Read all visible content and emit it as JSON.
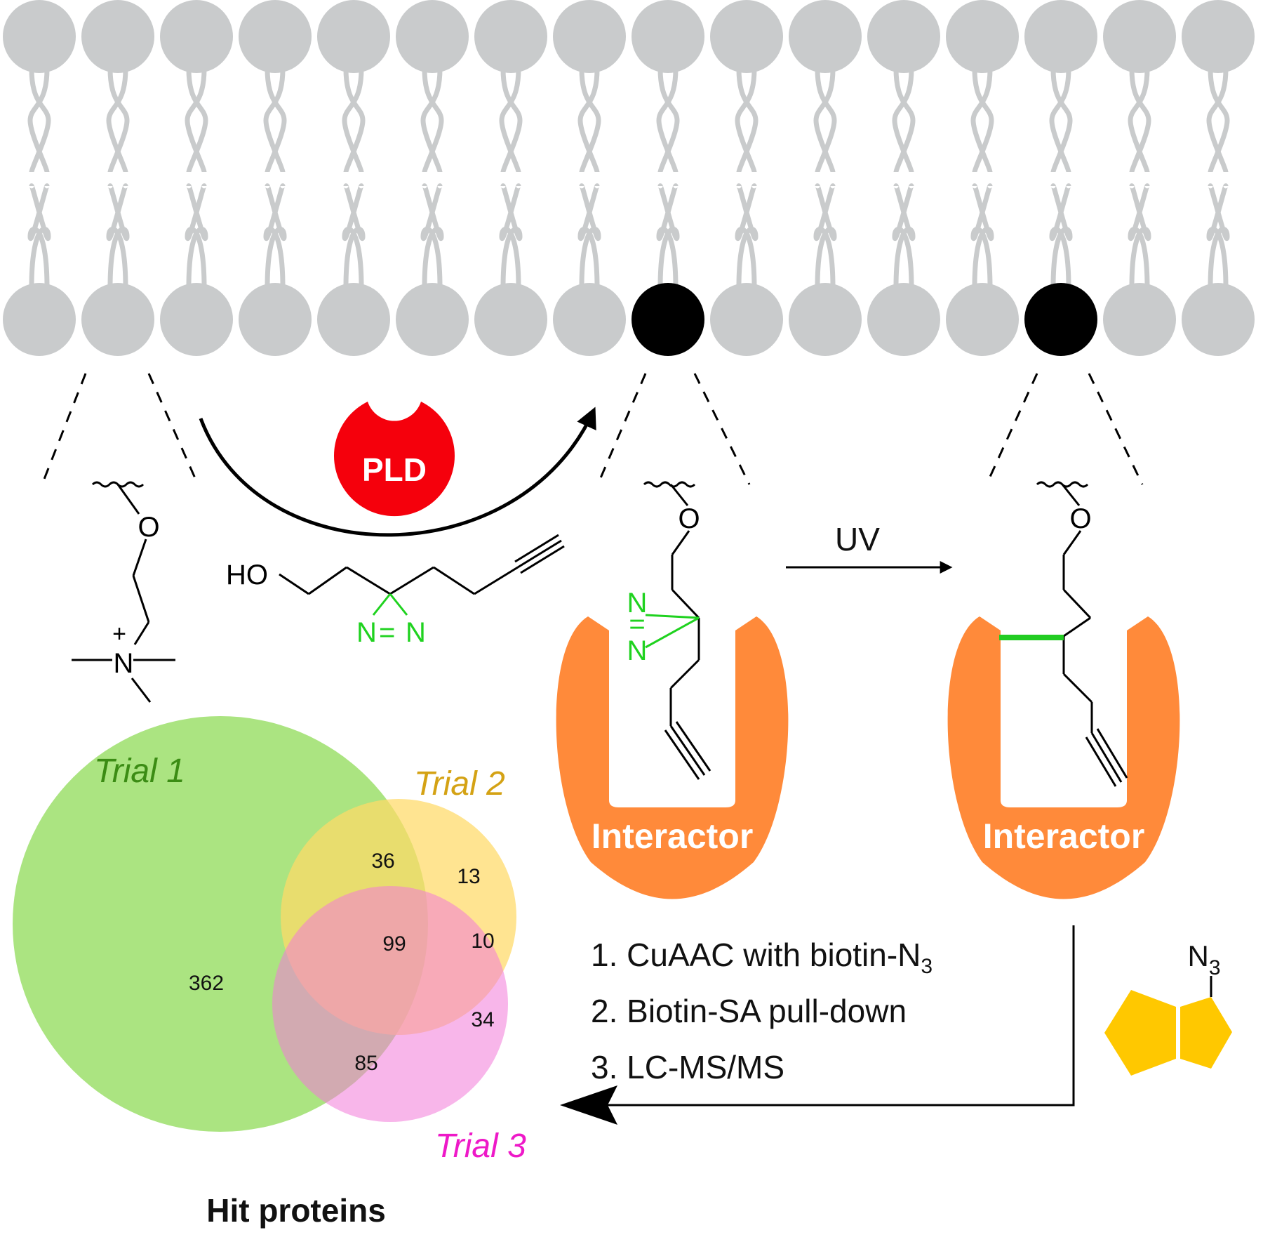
{
  "colors": {
    "lipid": "#c9cbcc",
    "labeled_head": "#000000",
    "pld": "#f5000c",
    "interactor": "#ff8a3a",
    "diazirine": "#1fd21f",
    "crosslink": "#22cc22",
    "biotin": "#ffc800",
    "trial1": "#9fe06f",
    "trial2": "#ffd966",
    "trial3": "#f27ad8",
    "trial1_text": "#3b8c14",
    "trial2_text": "#d4a214",
    "trial3_text": "#ee19c8"
  },
  "enzyme": {
    "label": "PLD"
  },
  "choline": {
    "oxygen": "O",
    "charge": "+",
    "nitrogen": "N"
  },
  "probe": {
    "hydroxyl": "HO",
    "diazirine_n1": "N",
    "diazirine_eq": "=",
    "diazirine_n2": "N"
  },
  "labeled_lipid": {
    "oxygen": "O",
    "diazirine_n_top": "N",
    "diazirine_eq": "=",
    "diazirine_n_bottom": "N"
  },
  "crosslinked_lipid": {
    "oxygen": "O"
  },
  "uv_step": {
    "label": "UV"
  },
  "interactor_left": {
    "label": "Interactor"
  },
  "interactor_right": {
    "label": "Interactor"
  },
  "workflow": {
    "step1": "1. CuAAC with biotin-N",
    "step1_subscript": "3",
    "step2": "2. Biotin-SA pull-down",
    "step3": "3. LC-MS/MS"
  },
  "biotin_azide": {
    "label": "N",
    "subscript": "3"
  },
  "venn": {
    "title": "Hit proteins",
    "sets": [
      {
        "name": "Trial 1"
      },
      {
        "name": "Trial 2"
      },
      {
        "name": "Trial 3"
      }
    ],
    "regions": {
      "trial1_only": "362",
      "trial1_trial2": "36",
      "trial2_only": "13",
      "all_three": "99",
      "trial2_trial3": "10",
      "trial1_trial3": "85",
      "trial3_only": "34"
    }
  }
}
